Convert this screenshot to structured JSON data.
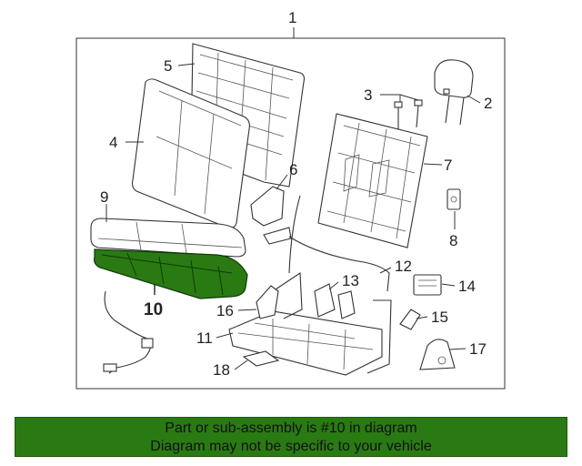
{
  "diagram": {
    "assembly_callout": "1",
    "highlighted_part": "10",
    "highlight_color": "#2a7a13",
    "callouts": [
      {
        "id": "c2",
        "label": "2"
      },
      {
        "id": "c3",
        "label": "3"
      },
      {
        "id": "c4",
        "label": "4"
      },
      {
        "id": "c5",
        "label": "5"
      },
      {
        "id": "c6",
        "label": "6"
      },
      {
        "id": "c7",
        "label": "7"
      },
      {
        "id": "c8",
        "label": "8"
      },
      {
        "id": "c9",
        "label": "9"
      },
      {
        "id": "c11",
        "label": "11"
      },
      {
        "id": "c12",
        "label": "12"
      },
      {
        "id": "c13",
        "label": "13"
      },
      {
        "id": "c14",
        "label": "14"
      },
      {
        "id": "c15",
        "label": "15"
      },
      {
        "id": "c16",
        "label": "16"
      },
      {
        "id": "c17",
        "label": "17"
      },
      {
        "id": "c18",
        "label": "18"
      }
    ]
  },
  "banner": {
    "line1": "Part or sub-assembly is #10 in diagram",
    "line2": "Diagram may not be specific to your vehicle",
    "color": "#2a7a13"
  }
}
